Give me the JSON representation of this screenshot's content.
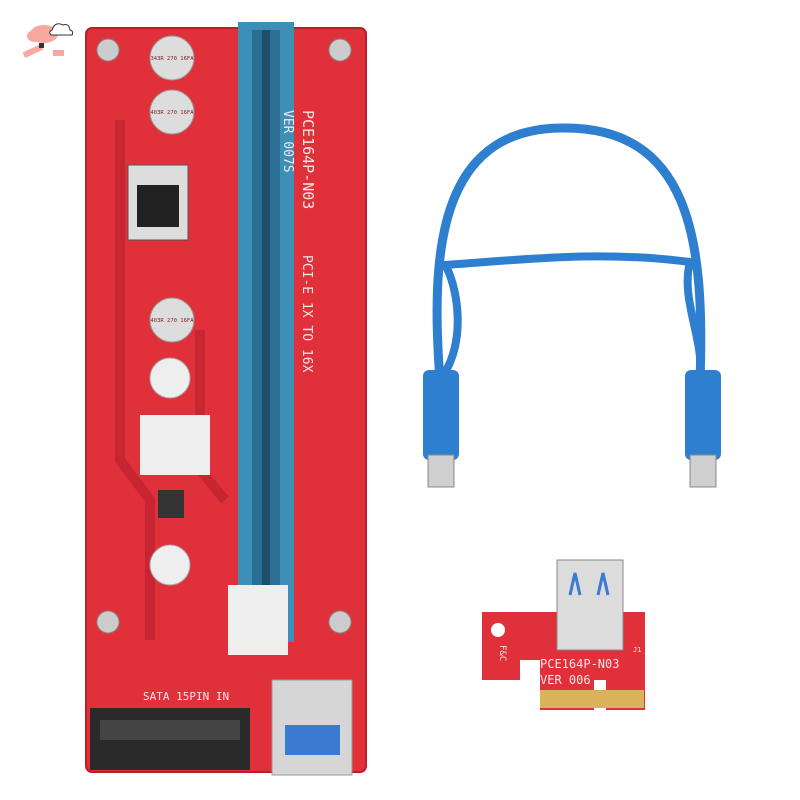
{
  "logo": {
    "name": "cloud-logo-icon"
  },
  "riser_board": {
    "model": "PCE164P-N03",
    "version": "VER 007S",
    "description": "PCI-E 1X TO 16X",
    "power_label": "SATA 15PIN IN",
    "capacitor_labels": [
      "343R 270 16FA",
      "403R 270 16FA",
      "403R 270 16FA"
    ],
    "board_color": "#e0303a",
    "slot_color": "#3d8fb8"
  },
  "usb_cable": {
    "color": "#2f7fd0"
  },
  "adapter_card": {
    "model": "PCE164P-N03",
    "version": "VER 006",
    "marking": "F&C",
    "connector_label": "J1"
  }
}
